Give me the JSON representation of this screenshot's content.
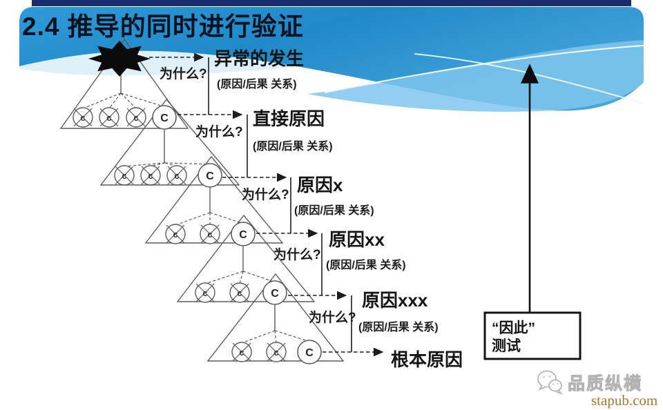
{
  "slide": {
    "title": "2.4 推导的同时进行验证"
  },
  "diagram": {
    "cause_letter_rejected": "c",
    "cause_letter_selected": "C",
    "stages": [
      {
        "label": "异常的发生",
        "relation": "(原因/后果 关系)",
        "why": "为什么?"
      },
      {
        "label": "直接原因",
        "relation": "(原因/后果 关系)",
        "why": "为什么?"
      },
      {
        "label": "原因x",
        "relation": "(原因/后果 关系)",
        "why": "为什么?"
      },
      {
        "label": "原因xx",
        "relation": "(原因/后果 关系)",
        "why": "为什么?"
      },
      {
        "label": "原因xxx",
        "relation": "(原因/后果 关系)",
        "why": "为什么?"
      },
      {
        "label": "根本原因"
      }
    ],
    "therefore_box": {
      "line1": "“因此”",
      "line2": "测试"
    }
  },
  "watermark": {
    "brand": "品质纵横",
    "site": "stapub.com"
  },
  "colors": {
    "sky_blue": "#2b96d8",
    "sky_blue_light": "#7fc5ec",
    "navy_strip": "#1a2c6b",
    "site_gold": "#a5782f",
    "ink": "#141414"
  }
}
